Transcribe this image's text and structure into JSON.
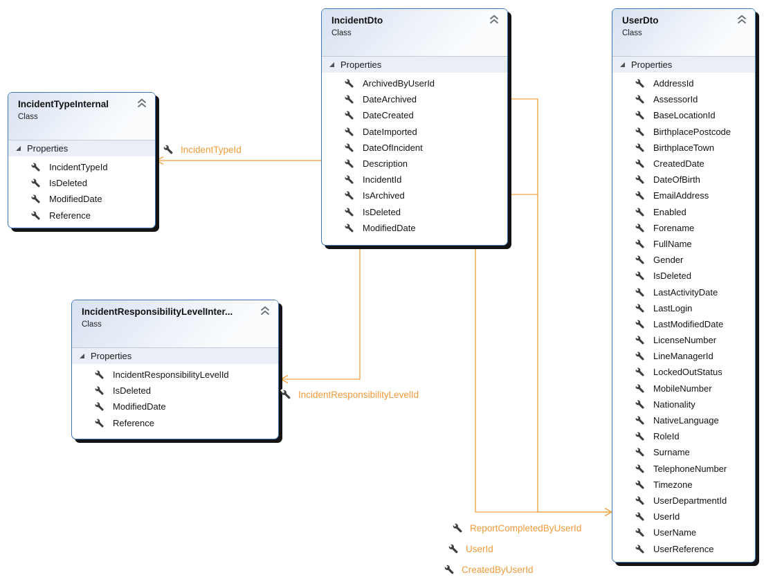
{
  "diagram": {
    "classes": [
      {
        "title": "IncidentTypeInternal",
        "kind": "Class",
        "section_label": "Properties",
        "properties": [
          "IncidentTypeId",
          "IsDeleted",
          "ModifiedDate",
          "Reference"
        ]
      },
      {
        "title": "IncidentDto",
        "kind": "Class",
        "section_label": "Properties",
        "properties": [
          "ArchivedByUserId",
          "DateArchived",
          "DateCreated",
          "DateImported",
          "DateOfIncident",
          "Description",
          "IncidentId",
          "IsArchived",
          "IsDeleted",
          "ModifiedDate"
        ]
      },
      {
        "title": "IncidentResponsibilityLevelInter...",
        "kind": "Class",
        "section_label": "Properties",
        "properties": [
          "IncidentResponsibilityLevelId",
          "IsDeleted",
          "ModifiedDate",
          "Reference"
        ]
      },
      {
        "title": "UserDto",
        "kind": "Class",
        "section_label": "Properties",
        "properties": [
          "AddressId",
          "AssessorId",
          "BaseLocationId",
          "BirthplacePostcode",
          "BirthplaceTown",
          "CreatedDate",
          "DateOfBirth",
          "EmailAddress",
          "Enabled",
          "Forename",
          "FullName",
          "Gender",
          "IsDeleted",
          "LastActivityDate",
          "LastLogin",
          "LastModifiedDate",
          "LicenseNumber",
          "LineManagerId",
          "LockedOutStatus",
          "MobileNumber",
          "Nationality",
          "NativeLanguage",
          "RoleId",
          "Surname",
          "TelephoneNumber",
          "Timezone",
          "UserDepartmentId",
          "UserId",
          "UserName",
          "UserReference"
        ]
      }
    ],
    "connectors": [
      {
        "label": "IncidentTypeId"
      },
      {
        "label": "IncidentResponsibilityLevelId"
      },
      {
        "label": "ReportCompletedByUserId"
      },
      {
        "label": "UserId"
      },
      {
        "label": "CreatedByUserId"
      }
    ],
    "icons": {
      "property": "wrench-icon",
      "collapse": "chevron-double-up-icon",
      "section_expander": "triangle-expander-icon"
    },
    "colors": {
      "connector_line": "#EFA03C",
      "connector_label": "#F09A3A",
      "box_border": "#3E74B8",
      "header_gradient_start": "#D9E2F2",
      "header_gradient_end": "#FAFCFE",
      "section_band": "#EAEFF7",
      "shadow": "#141414",
      "icon_gray": "#3E3E42",
      "chevron_gray": "#6A6F75"
    }
  }
}
